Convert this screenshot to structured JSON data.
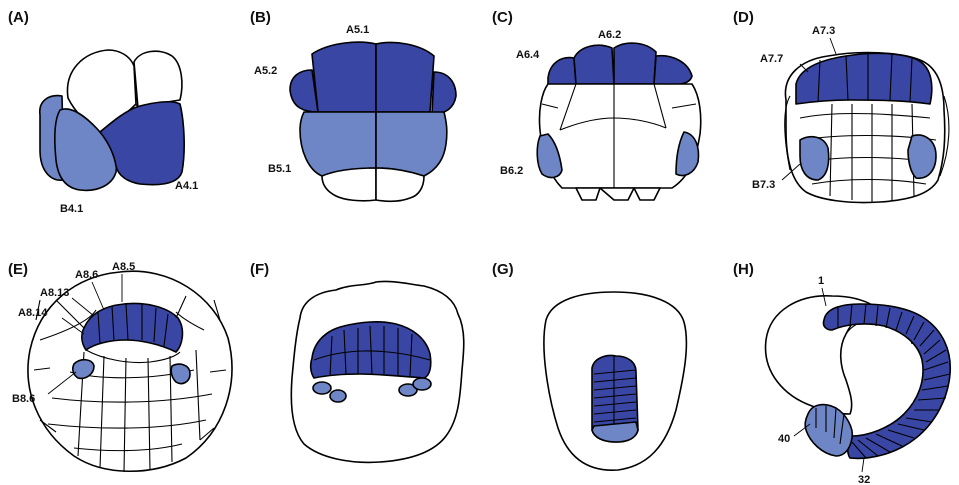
{
  "colors": {
    "dark": "#3a46a3",
    "light": "#6e86c6",
    "white": "#ffffff",
    "outline": "#000000"
  },
  "panels": {
    "a": {
      "letter": "(A)",
      "labels": [
        "B4.1",
        "A4.1"
      ]
    },
    "b": {
      "letter": "(B)",
      "labels": [
        "A5.1",
        "A5.2",
        "B5.1"
      ]
    },
    "c": {
      "letter": "(C)",
      "labels": [
        "A6.2",
        "A6.4",
        "B6.2"
      ]
    },
    "d": {
      "letter": "(D)",
      "labels": [
        "A7.3",
        "A7.7",
        "B7.3"
      ]
    },
    "e": {
      "letter": "(E)",
      "labels": [
        "A8.6",
        "A8.5",
        "A8.13",
        "A8.14",
        "B8.6"
      ]
    },
    "f": {
      "letter": "(F)"
    },
    "g": {
      "letter": "(G)"
    },
    "h": {
      "letter": "(H)",
      "labels": [
        "1",
        "40",
        "32"
      ]
    }
  }
}
